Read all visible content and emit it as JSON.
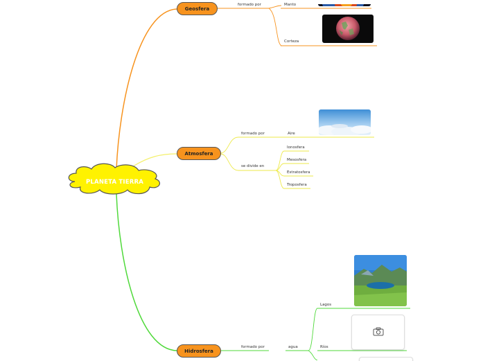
{
  "central": {
    "label": "PLANETA TIERRA"
  },
  "geosfera": {
    "label": "Geosfera",
    "relation": "formado por",
    "items": [
      "Manto",
      "Corteza"
    ]
  },
  "atmosfera": {
    "label": "Atmosfera",
    "relation_formed": "formado por",
    "formed_item": "Aire",
    "relation_divides": "se divide en",
    "layers": [
      "Ionosfera",
      "Mesosfera",
      "Estratosfera",
      "Troposfera"
    ]
  },
  "hidrosfera": {
    "label": "Hidrosfera",
    "relation": "formado por",
    "item": "agua",
    "water_items": [
      "Lagos",
      "Ríos"
    ]
  },
  "colors": {
    "geosfera_branch": "#f7931e",
    "atmosfera_branch": "#f4f06a",
    "hidrosfera_branch": "#4fd93a",
    "node_fill": "#f7931e",
    "central_fill": "#fff200"
  }
}
